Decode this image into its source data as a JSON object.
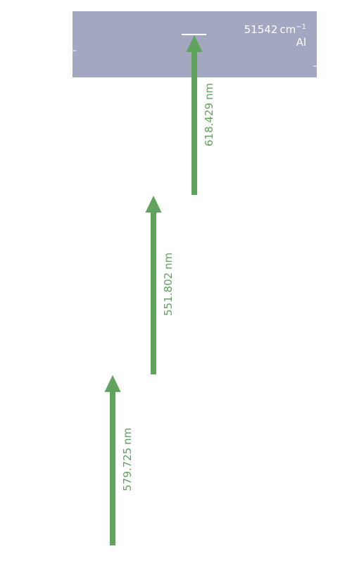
{
  "colors": {
    "level_band": "#a3a7bf",
    "arrow": "#5fa35c",
    "label_text": "#ffffff",
    "background": "#ffffff"
  },
  "level": {
    "energy_value": "51542",
    "energy_unit": "cm",
    "energy_exponent": "−1",
    "species": "Al"
  },
  "transitions": [
    {
      "wavelength": "579.725",
      "unit": "nm"
    },
    {
      "wavelength": "551.802",
      "unit": "nm"
    },
    {
      "wavelength": "618.429",
      "unit": "nm"
    }
  ]
}
